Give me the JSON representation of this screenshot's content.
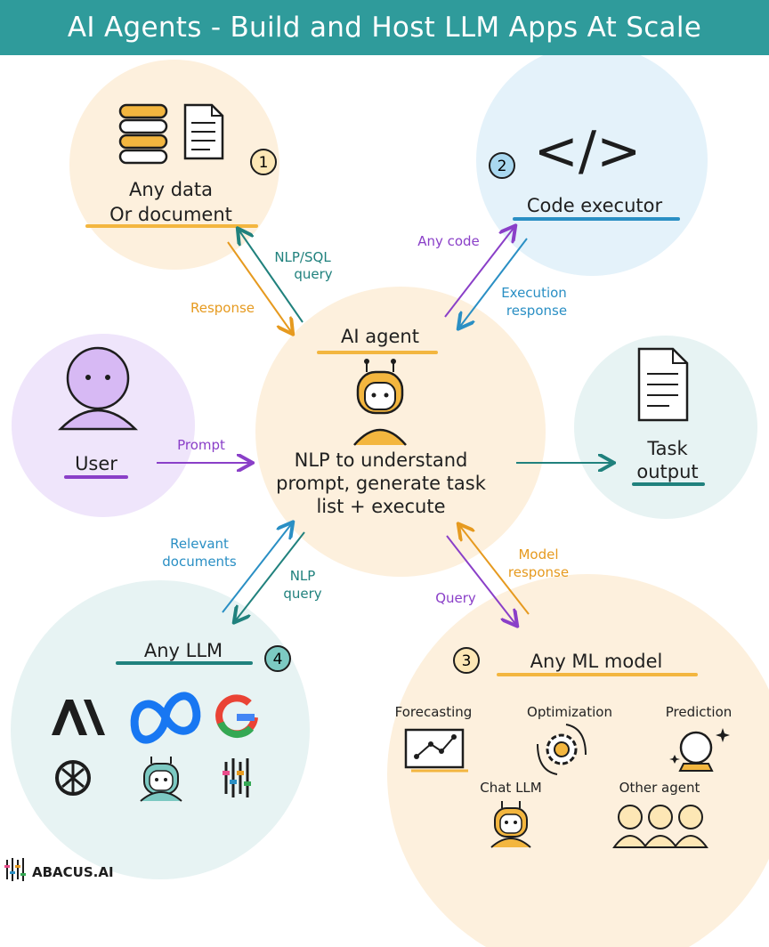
{
  "title": "AI Agents - Build and Host LLM Apps At Scale",
  "data_node": {
    "label_line1": "Any data",
    "label_line2": "Or document",
    "number": "1"
  },
  "code_node": {
    "label": "Code executor",
    "number": "2",
    "icon": "code-brackets-icon"
  },
  "agent_node": {
    "label": "AI agent",
    "desc_line1": "NLP to understand",
    "desc_line2": "prompt, generate task",
    "desc_line3": "list + execute"
  },
  "user_node": {
    "label": "User"
  },
  "output_node": {
    "label_line1": "Task",
    "label_line2": "output"
  },
  "llm_node": {
    "label": "Any LLM",
    "number": "4"
  },
  "ml_node": {
    "label": "Any ML model",
    "number": "3",
    "items": [
      "Forecasting",
      "Optimization",
      "Prediction",
      "Chat LLM",
      "Other agent"
    ]
  },
  "arrows": {
    "nlp_sql_query_1": "NLP/SQL",
    "nlp_sql_query_2": "query",
    "response": "Response",
    "any_code": "Any code",
    "execution_response_1": "Execution",
    "execution_response_2": "response",
    "prompt": "Prompt",
    "relevant_docs_1": "Relevant",
    "relevant_docs_2": "documents",
    "nlp_query_1": "NLP",
    "nlp_query_2": "query",
    "query": "Query",
    "model_response_1": "Model",
    "model_response_2": "response"
  },
  "brand": {
    "name": "ABACUS.AI"
  },
  "colors": {
    "title_bar": "#2f9b9b",
    "peach": "#fdf0dd",
    "light_blue": "#e4f2fa",
    "lavender": "#efe5fb",
    "mint": "#e7f3f3",
    "teal": "#20817d",
    "purple": "#8a3fc8",
    "orange": "#e69a1f",
    "blue": "#2a8fc4"
  }
}
